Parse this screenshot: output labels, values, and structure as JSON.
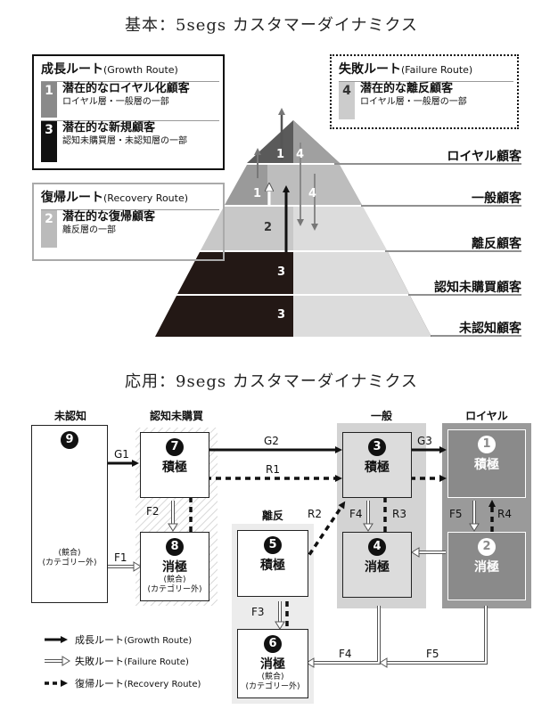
{
  "top": {
    "title": "基本：5segs カスタマーダイナミクス",
    "growth": {
      "title_ja": "成長ルート",
      "title_en": "(Growth Route)",
      "items": [
        {
          "num": "1",
          "l1": "潜在的なロイヤル化顧客",
          "l2": "ロイヤル層・一般層の一部"
        },
        {
          "num": "3",
          "l1": "潜在的な新規顧客",
          "l2": "認知未購買層・未認知層の一部"
        }
      ]
    },
    "recovery": {
      "title_ja": "復帰ルート",
      "title_en": "(Recovery Route)",
      "items": [
        {
          "num": "2",
          "l1": "潜在的な復帰顧客",
          "l2": "離反層の一部"
        }
      ]
    },
    "failure": {
      "title_ja": "失敗ルート",
      "title_en": "(Failure Route)",
      "items": [
        {
          "num": "4",
          "l1": "潜在的な離反顧客",
          "l2": "ロイヤル層・一般層の一部"
        }
      ]
    },
    "levels": [
      "ロイヤル顧客",
      "一般顧客",
      "離反顧客",
      "認知未購買顧客",
      "未認知顧客"
    ],
    "pyramid_labels": [
      "1",
      "4",
      "1",
      "4",
      "2",
      "3",
      "3"
    ]
  },
  "bottom": {
    "title": "応用：9segs カスタマーダイナミクス",
    "columns": [
      "未認知",
      "認知未購買",
      "離反",
      "一般",
      "ロイヤル"
    ],
    "nodes": [
      {
        "num": "9",
        "label": "",
        "sub1": "(競合)",
        "sub2": "(カテゴリー外)"
      },
      {
        "num": "7",
        "label": "積極",
        "sub1": "",
        "sub2": ""
      },
      {
        "num": "8",
        "label": "消極",
        "sub1": "(競合)",
        "sub2": "(カテゴリー外)"
      },
      {
        "num": "5",
        "label": "積極",
        "sub1": "",
        "sub2": ""
      },
      {
        "num": "6",
        "label": "消極",
        "sub1": "(競合)",
        "sub2": "(カテゴリー外)"
      },
      {
        "num": "3",
        "label": "積極",
        "sub1": "",
        "sub2": ""
      },
      {
        "num": "4",
        "label": "消極",
        "sub1": "",
        "sub2": ""
      },
      {
        "num": "1",
        "label": "積極",
        "sub1": "",
        "sub2": ""
      },
      {
        "num": "2",
        "label": "消極",
        "sub1": "",
        "sub2": ""
      }
    ],
    "edges": [
      "G1",
      "G2",
      "G3",
      "R1",
      "R2",
      "R3",
      "R4",
      "F1",
      "F2",
      "F3",
      "F4",
      "F5",
      "F4",
      "F5"
    ],
    "legend": [
      {
        "ja": "成長ルート",
        "en": "(Growth Route)"
      },
      {
        "ja": "失敗ルート",
        "en": "(Failure Route)"
      },
      {
        "ja": "復帰ルート",
        "en": "(Recovery Route)"
      }
    ]
  }
}
